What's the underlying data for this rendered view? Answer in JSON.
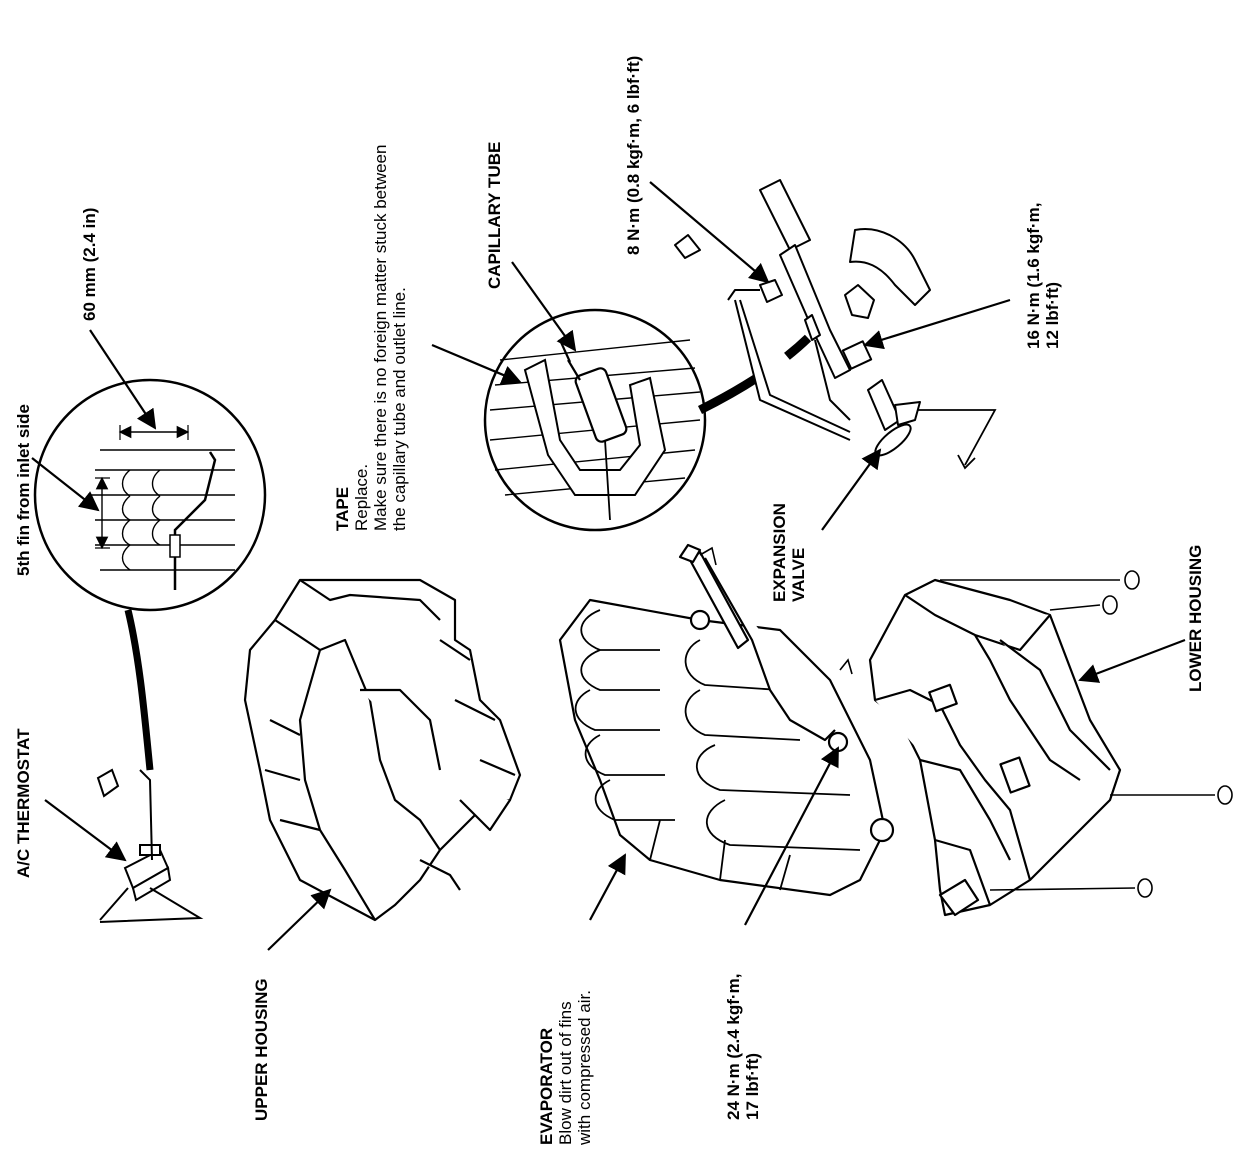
{
  "labels": {
    "ac_thermostat": "A/C THERMOSTAT",
    "fifth_fin": "5th fin from inlet side",
    "sixty_mm": "60 mm (2.4 in)",
    "tape_title": "TAPE",
    "tape_line1": "Replace.",
    "tape_line2": "Make sure there is no foreign matter stuck between",
    "tape_line3": "the capillary tube and outlet line.",
    "capillary_tube": "CAPILLARY TUBE",
    "torque_8": "8 N·m (0.8 kgf·m, 6 lbf·ft)",
    "torque_16_line1": "16 N·m (1.6 kgf·m,",
    "torque_16_line2": "12 lbf·ft)",
    "expansion_valve_line1": "EXPANSION",
    "expansion_valve_line2": "VALVE",
    "lower_housing": "LOWER HOUSING",
    "upper_housing": "UPPER HOUSING",
    "evaporator_title": "EVAPORATOR",
    "evaporator_line1": "Blow dirt out of fins",
    "evaporator_line2": "with compressed air.",
    "torque_24_line1": "24 N·m (2.4 kgf·m,",
    "torque_24_line2": "17 lbf·ft)"
  }
}
